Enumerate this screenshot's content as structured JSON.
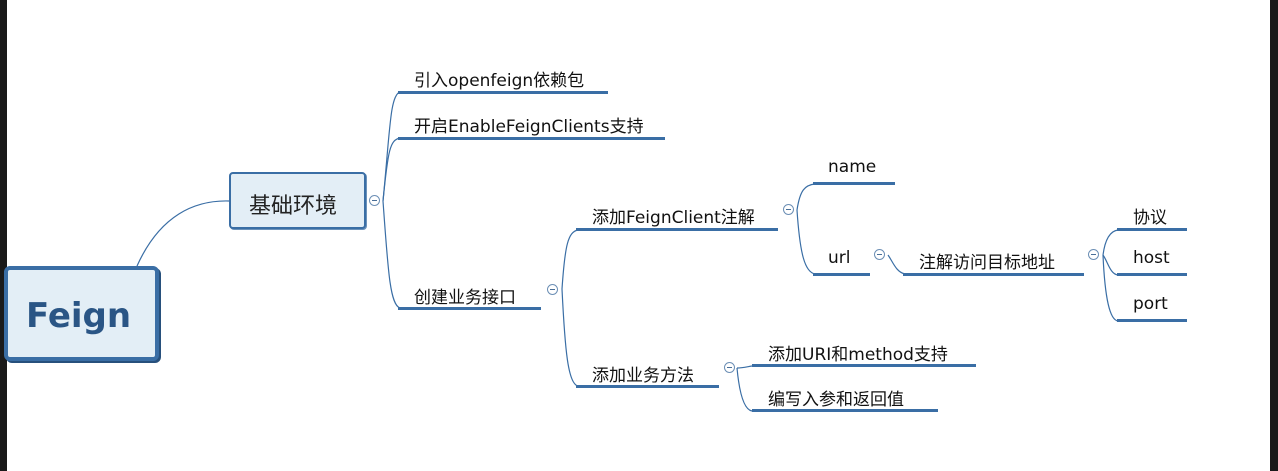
{
  "mindmap": {
    "root": "Feign",
    "main_topic": "基础环境",
    "basic_env_children": [
      "引入openfeign依赖包",
      "开启EnableFeignClients支持",
      "创建业务接口"
    ],
    "interface_children": [
      "添加FeignClient注解",
      "添加业务方法"
    ],
    "annotation_children": [
      "name",
      "url"
    ],
    "url_child": "注解访问目标地址",
    "target_children": [
      "协议",
      "host",
      "port"
    ],
    "method_children": [
      "添加URI和method支持",
      "编写入参和返回值"
    ]
  },
  "colors": {
    "line": "#3a6ea5",
    "node_fill": "#e3eef6",
    "root_text": "#2a5585"
  }
}
